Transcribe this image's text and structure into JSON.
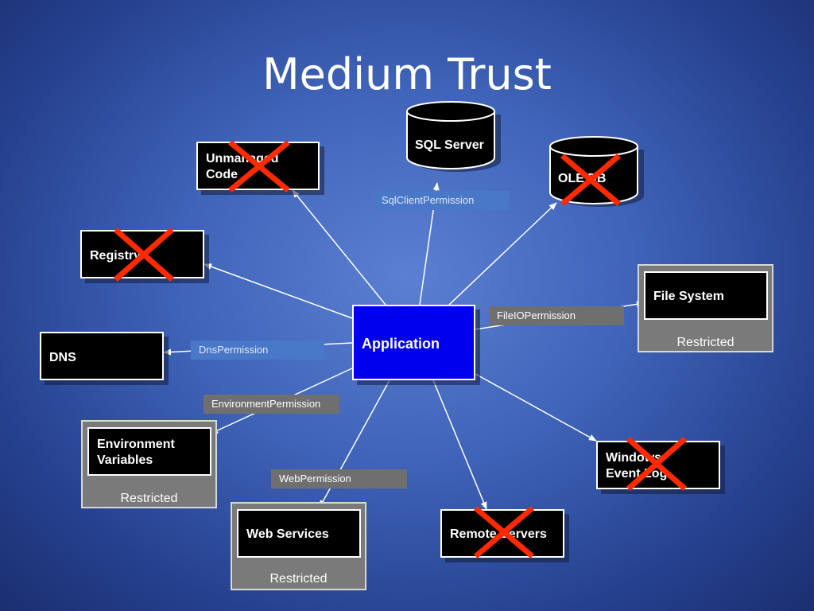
{
  "title": "Medium Trust",
  "center": {
    "label": "Application"
  },
  "nodes": {
    "unmanaged_code": "Unmanaged Code",
    "registry": "Registry",
    "dns": "DNS",
    "environment_variables": "Environment Variables",
    "web_services": "Web Services",
    "remote_servers": "Remote Servers",
    "windows_event_log": "Windows Event Log",
    "file_system": "File System",
    "sql_server": "SQL Server",
    "ole_db": "OLE DB"
  },
  "restricted_label": "Restricted",
  "permissions": {
    "sql_client": "SqlClientPermission",
    "file_io": "FileIOPermission",
    "dns": "DnsPermission",
    "environment": "EnvironmentPermission",
    "web": "WebPermission"
  },
  "colors": {
    "background": "#3f63b8",
    "application": "#0000ee",
    "cross": "#ff2a00",
    "restricted": "#7a7a7a"
  },
  "denied_icon": "red-cross-icon"
}
